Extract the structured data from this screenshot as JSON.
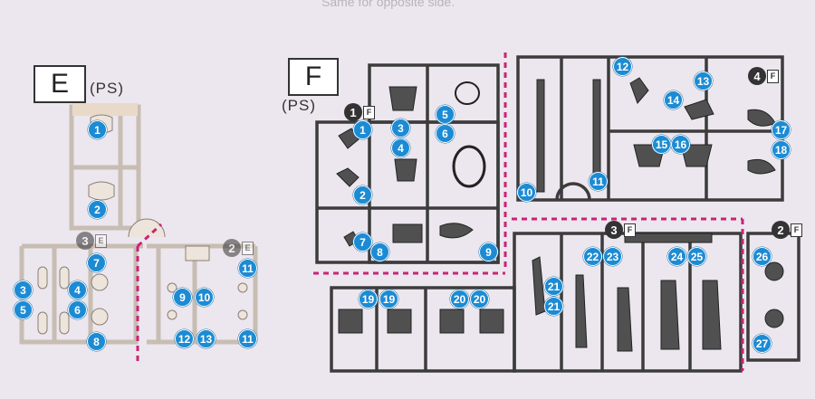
{
  "top_text": "Same for opposite side.",
  "runners": {
    "E": {
      "letter": "E",
      "note": "(PS)"
    },
    "F": {
      "letter": "F",
      "note": "(PS)"
    }
  },
  "sprue_tags": [
    {
      "num": "1",
      "letter": "F"
    },
    {
      "num": "4",
      "letter": "F"
    },
    {
      "num": "3",
      "letter": "F"
    },
    {
      "num": "2",
      "letter": "F"
    },
    {
      "num": "3",
      "letter": "E"
    },
    {
      "num": "2",
      "letter": "E"
    }
  ],
  "part_numbers": {
    "E": [
      "1",
      "2",
      "3",
      "4",
      "5",
      "6",
      "7",
      "8",
      "9",
      "10",
      "11",
      "12",
      "13",
      "11"
    ],
    "F1": [
      "1",
      "1",
      "2",
      "3",
      "4",
      "5",
      "6",
      "7",
      "8",
      "9"
    ],
    "F4": [
      "10",
      "11",
      "12",
      "13",
      "14",
      "15",
      "16",
      "17",
      "18"
    ],
    "F3": [
      "19",
      "19",
      "20",
      "20",
      "21",
      "21",
      "22",
      "23",
      "24",
      "25"
    ],
    "F2": [
      "26",
      "27"
    ]
  },
  "colors": {
    "badge": "#1c8bd3",
    "divider": "#cc2277",
    "frame_dark": "#3c3c3c",
    "frame_light": "#c8bdb3"
  }
}
